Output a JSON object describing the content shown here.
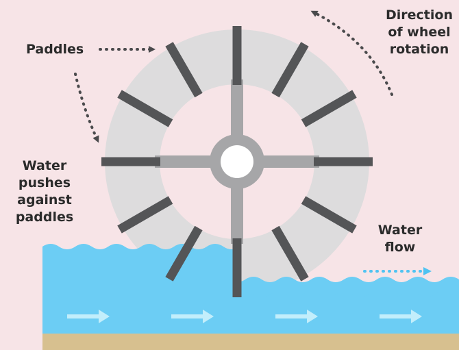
{
  "colors": {
    "background": "#f7e4e7",
    "wheel_rim": "#dddcdd",
    "spokes": "#a6a6a8",
    "paddles": "#545557",
    "hub_ring": "#a6a6a8",
    "hub_center": "#ffffff",
    "water": "#6ccdf4",
    "water_arrows": "#c2eefb",
    "ground": "#d7c08f",
    "dotted_arrows_dark": "#4a4a4c",
    "dotted_arrow_water": "#4fc3f2",
    "label_text": "#2b2b2b"
  },
  "labels": {
    "paddles": "Paddles",
    "direction": [
      "Direction",
      "of wheel",
      "rotation"
    ],
    "water_pushes": [
      "Water",
      "pushes",
      "against",
      "paddles"
    ],
    "water_flow": [
      "Water",
      "flow"
    ]
  },
  "icons": {
    "flow_arrow": "right-arrow-icon",
    "dotted_arrow": "dotted-arrow-icon"
  },
  "wheel": {
    "paddle_count": 12,
    "spoke_count": 4
  }
}
